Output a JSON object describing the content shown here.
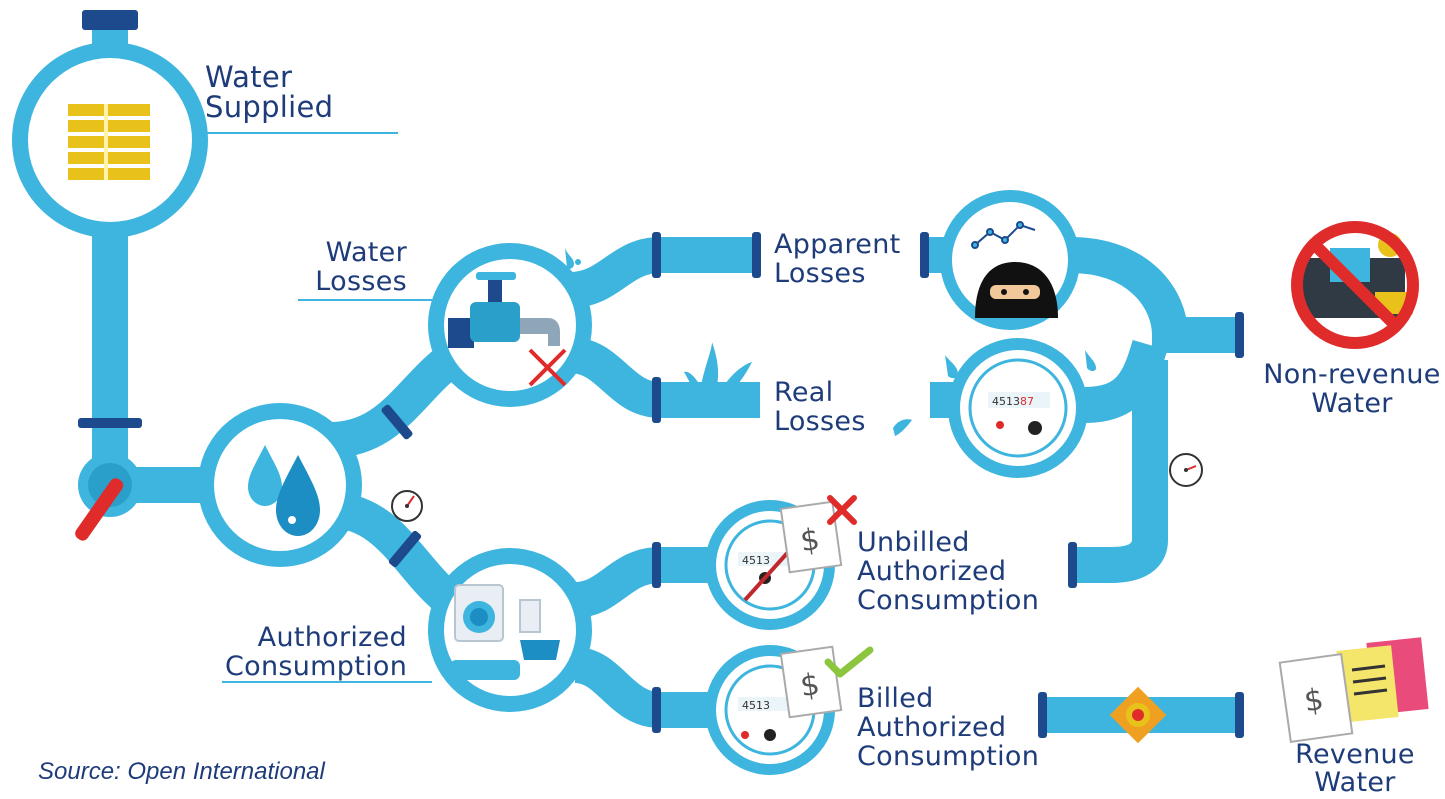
{
  "labels": {
    "water_supplied": [
      "Water",
      "Supplied"
    ],
    "water_losses": [
      "Water",
      "Losses"
    ],
    "apparent_losses": [
      "Apparent",
      "Losses"
    ],
    "real_losses": [
      "Real",
      "Losses"
    ],
    "non_revenue_water": [
      "Non-revenue",
      "Water"
    ],
    "unbilled_authorized": [
      "Unbilled",
      "Authorized",
      "Consumption"
    ],
    "authorized_consumption": [
      "Authorized",
      "Consumption"
    ],
    "billed_authorized": [
      "Billed",
      "Authorized",
      "Consumption"
    ],
    "revenue_water": [
      "Revenue",
      "Water"
    ]
  },
  "meter_readings": {
    "real_losses": "4513",
    "real_losses_red": "87",
    "unbilled": "4513",
    "billed": "4513"
  },
  "source": "Source: Open International",
  "colors": {
    "pipe": "#3db5de",
    "pipe_dark": "#2a9fc9",
    "joint": "#1d4a8c",
    "text": "#1f3c7a",
    "gold": "#e8c21a",
    "red": "#e02b2b",
    "green": "#8cc63f"
  }
}
